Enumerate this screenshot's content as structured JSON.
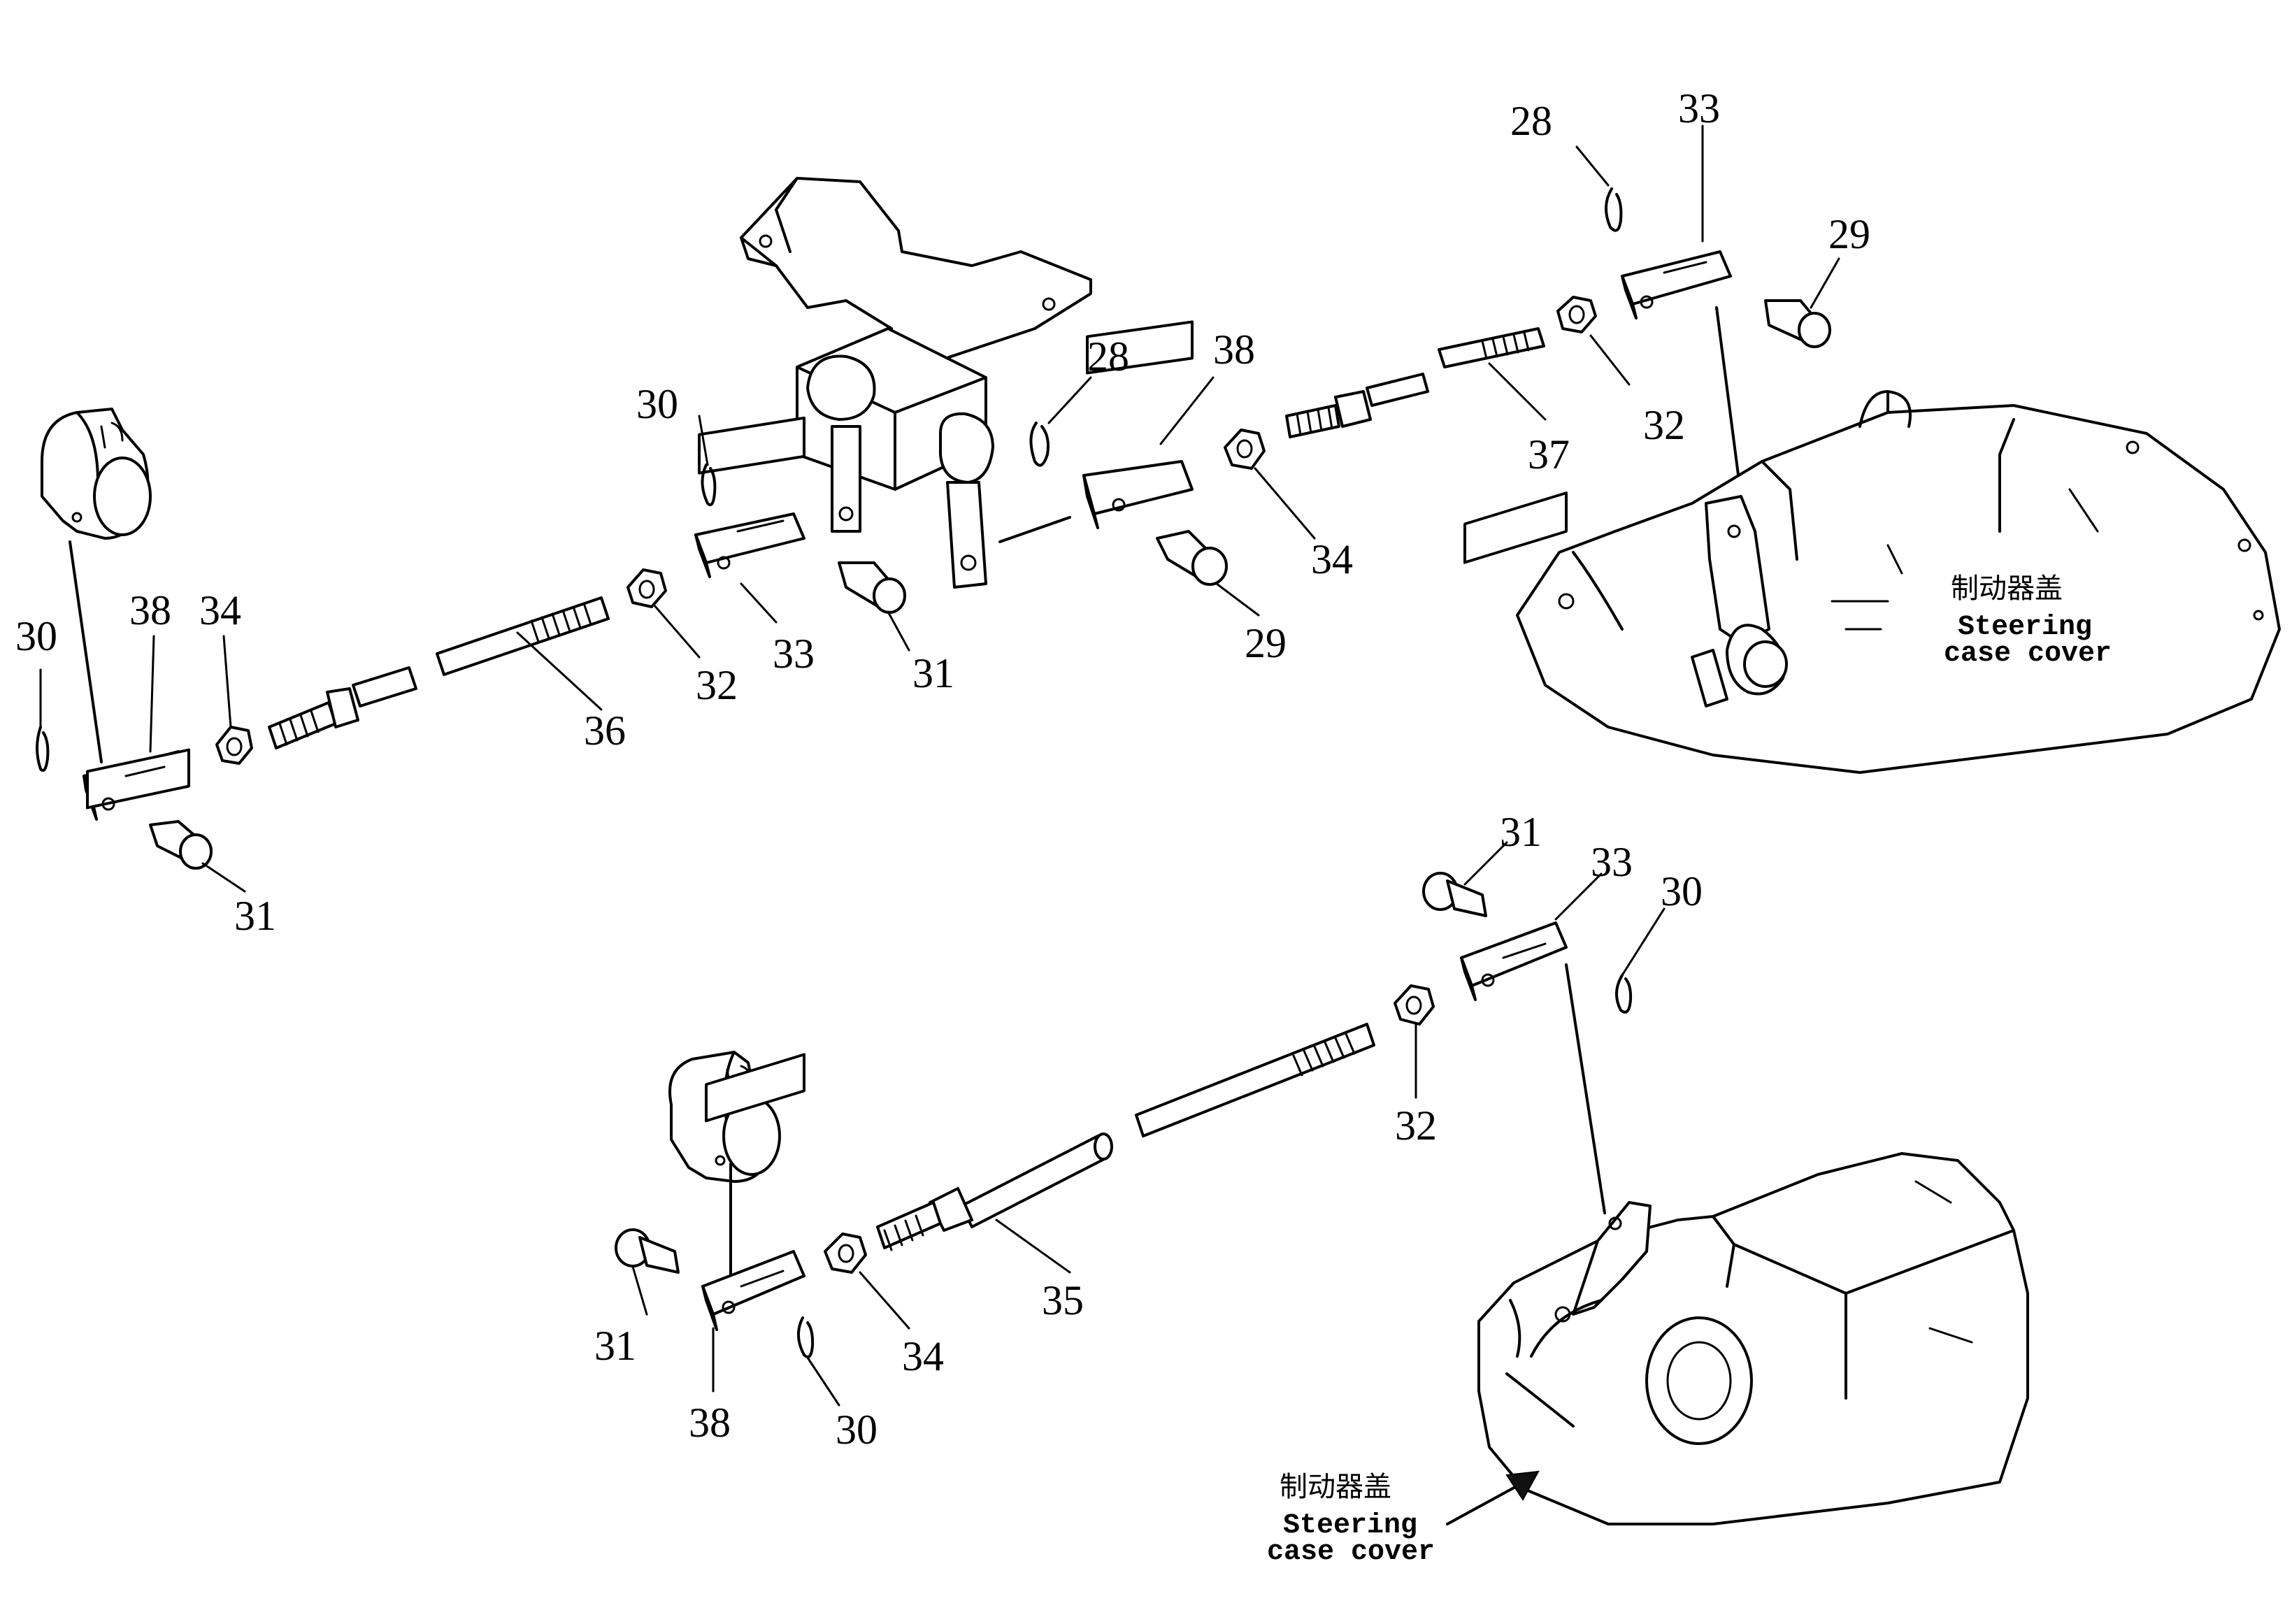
{
  "callouts": {
    "top_right": {
      "p28": "28",
      "p33": "33",
      "p29": "29",
      "p32": "32",
      "p37": "37",
      "p34": "34",
      "p29b": "29",
      "p38": "38",
      "p28b": "28"
    },
    "top_center": {
      "p30": "30",
      "p33": "33",
      "p31": "31",
      "p32": "32",
      "p36": "36"
    },
    "top_left": {
      "p30": "30",
      "p38": "38",
      "p34": "34",
      "p31": "31"
    },
    "bottom": {
      "p31a": "31",
      "p33": "33",
      "p30a": "30",
      "p32": "32",
      "p35": "35",
      "p34": "34",
      "p31b": "31",
      "p38": "38",
      "p30b": "30"
    }
  },
  "captions": {
    "upper": {
      "zh": "制动器盖",
      "en1": "Steering",
      "en2": "case cover"
    },
    "lower": {
      "zh": "制动器盖",
      "en1": "Steering",
      "en2": "case cover"
    }
  }
}
